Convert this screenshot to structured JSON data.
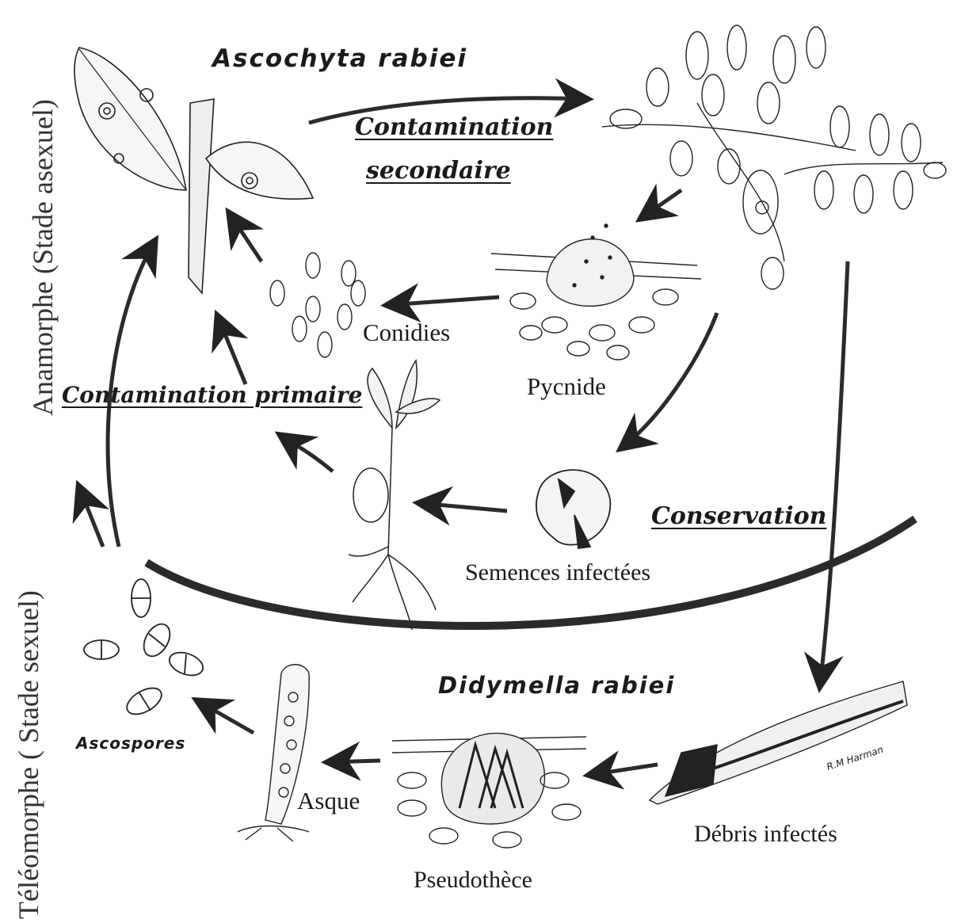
{
  "labels": {
    "ascochyta": "Ascochyta rabiei",
    "contamination_secondaire_1": "Contamination",
    "contamination_secondaire_2": "secondaire",
    "conidies": "Conidies",
    "pycnide": "Pycnide",
    "contamination_primaire": "Contamination primaire",
    "conservation": "Conservation",
    "semences": "Semences infectées",
    "didymella": "Didymella rabiei",
    "ascospores": "Ascospores",
    "asque": "Asque",
    "pseudotheque": "Pseudothèce",
    "debris": "Débris infectés",
    "anamorphe": "Anamorphe (Stade asexuel)",
    "teleomorphe": "Téléomorphe ( Stade sexuel)",
    "signature": "R.M Harman"
  },
  "colors": {
    "ink": "#1a1a1a",
    "arrow": "#2b2b2b",
    "paper": "#ffffff"
  }
}
